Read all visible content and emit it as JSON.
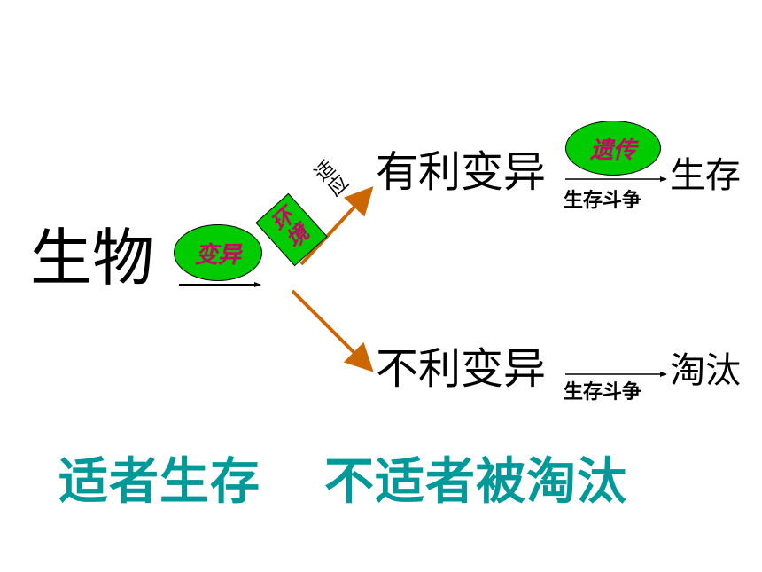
{
  "organism": "生物",
  "variation_bubble": "变异",
  "adapt_label": [
    "适",
    "应"
  ],
  "environment_box": [
    "环",
    "境"
  ],
  "favorable": {
    "label": "有利变异",
    "heredity_bubble": "遗传",
    "struggle": "生存斗争",
    "outcome": "生存"
  },
  "unfavorable": {
    "label": "不利变异",
    "struggle": "生存斗争",
    "outcome": "淘汰"
  },
  "conclusion": {
    "part1": "适者生存",
    "part2": "不适者被淘汰"
  },
  "colors": {
    "bubble_green": "#00cc00",
    "bubble_text": "#cc0066",
    "arrow_orange": "#cc6600",
    "conclusion_teal": "#009999"
  }
}
